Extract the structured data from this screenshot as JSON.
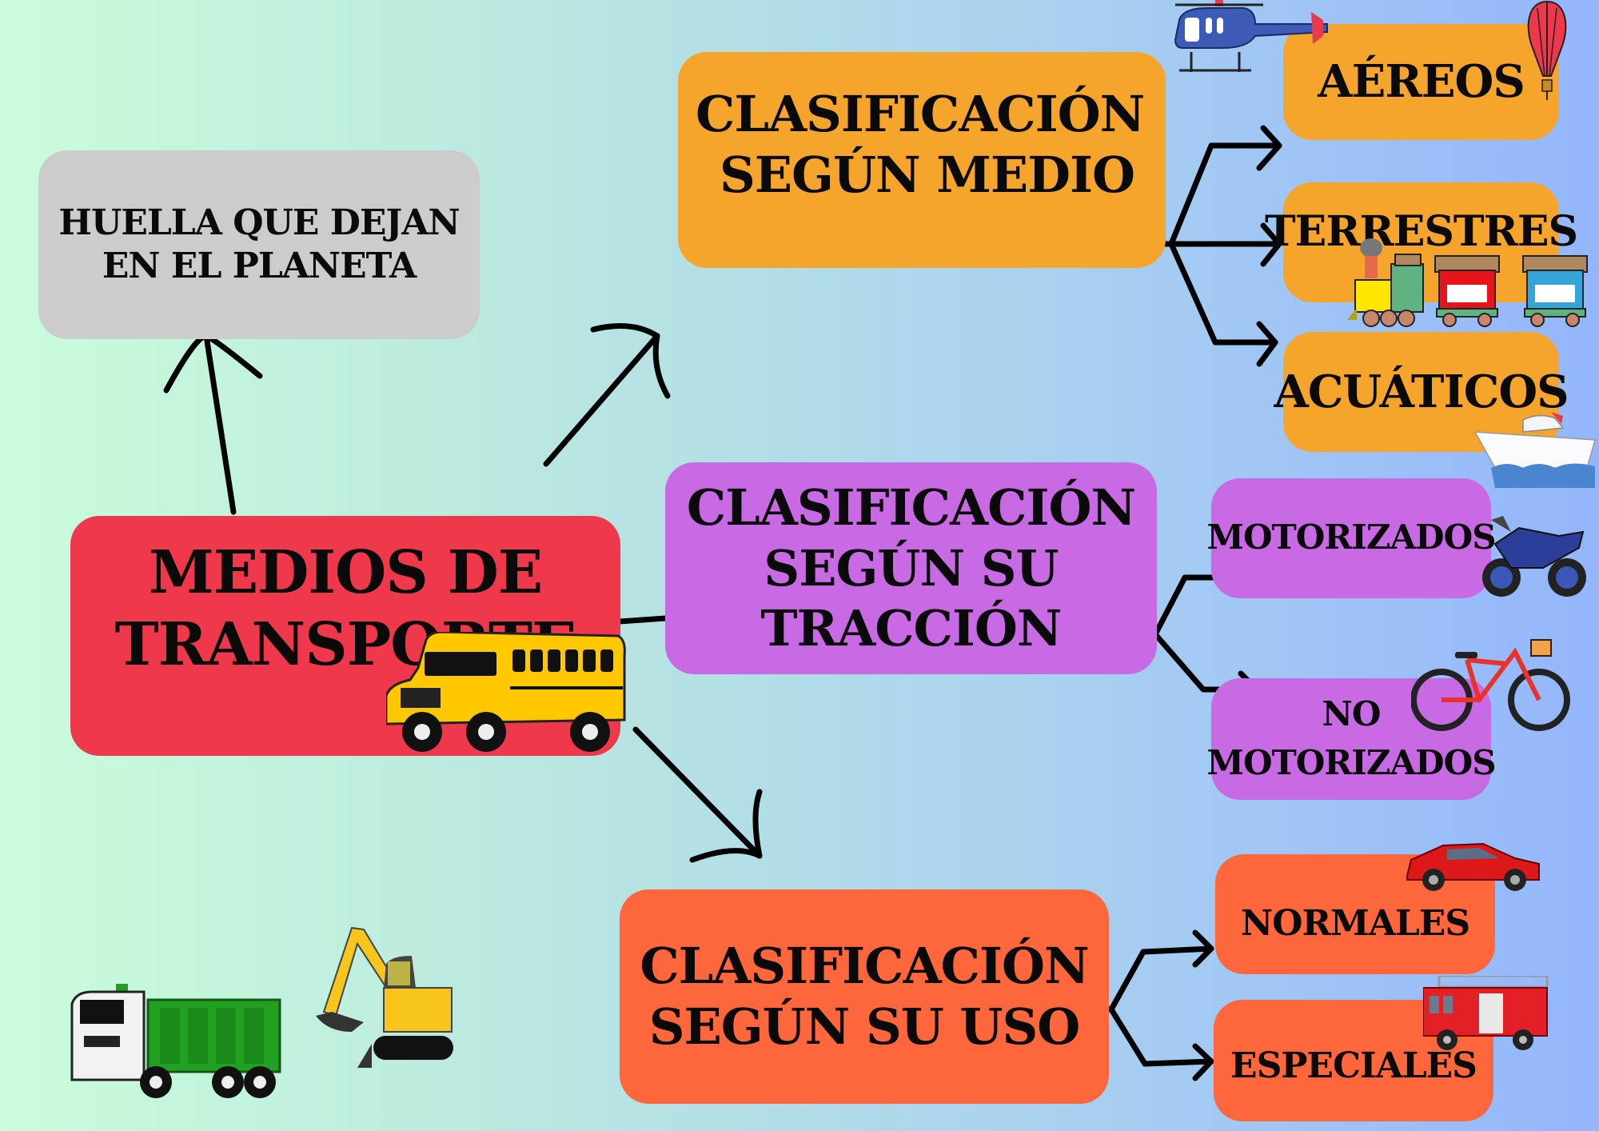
{
  "title": "MEDIOS DE TRANSPORTE",
  "colors": {
    "root": "#f0384c",
    "footprint": "#cdcccd",
    "medium": "#f6a52c",
    "traction": "#c96ae5",
    "use": "#fd673b"
  },
  "root": {
    "line1": "MEDIOS DE",
    "line2": "TRANSPORTE"
  },
  "footprint": {
    "line1": "HUELLA QUE  DEJAN",
    "line2": "EN EL PLANETA"
  },
  "by_medium": {
    "line1": "CLASIFICACIÓN",
    "line2": "SEGÚN MEDIO",
    "children": [
      "AÉREOS",
      "TERRESTRES",
      "ACUÁTICOS"
    ]
  },
  "by_traction": {
    "line1": "CLASIFICACIÓN",
    "line2": "SEGÚN SU",
    "line3": "TRACCIÓN",
    "children": [
      {
        "line1": "MOTORIZADOS"
      },
      {
        "line1": "NO",
        "line2": "MOTORIZADOS"
      }
    ]
  },
  "by_use": {
    "line1": "CLASIFICACIÓN",
    "line2": "SEGÚN SU USO",
    "children": [
      "NORMALES",
      "ESPECIALES"
    ]
  },
  "illustrations": [
    "helicopter-icon",
    "hot-air-balloon-icon",
    "train-icon",
    "ship-icon",
    "motorcycle-icon",
    "bicycle-icon",
    "car-icon",
    "fire-truck-icon",
    "school-bus-icon",
    "dump-truck-icon",
    "excavator-icon"
  ]
}
